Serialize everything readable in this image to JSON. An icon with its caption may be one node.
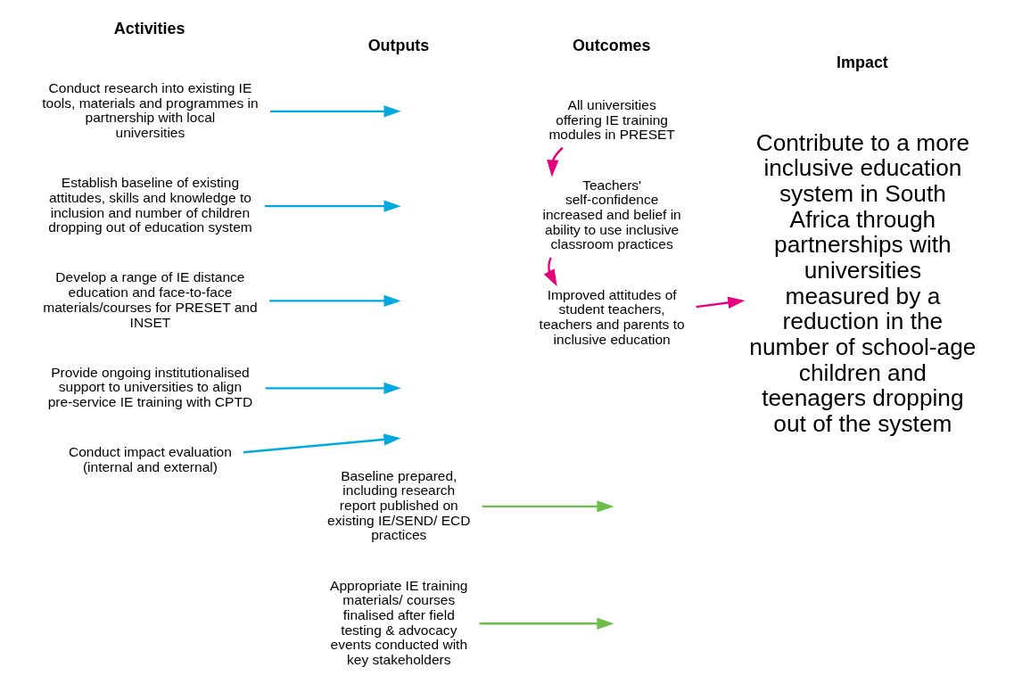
{
  "diagram": {
    "nodes": [
      {
        "text": [
          "Conduct research into existing IE tools, materials and programmes in partnership with local universities"
        ]
      },
      {
        "text": [
          "Establish baseline of existing attitudes, skills and knowledge to inclusion and number of children dropping out of education system"
        ]
      },
      {
        "text": [
          "Develop a range of IE distance education and face-to-face materials/courses for PRESET and INSET"
        ]
      },
      {
        "text": [
          "Provide ongoing institutionalised support to universities to align pre-service IE training with CPTD"
        ]
      },
      {
        "text": [
          "Conduct impact evaluation (internal and external)"
        ]
      },
      {
        "text": [
          "Baseline prepared, including research report published on existing IE/SEND/ ECD practices"
        ]
      },
      {
        "text": [
          "Appropriate IE training materials/ courses finalised after field testing & advocacy events conducted with key stakeholders"
        ]
      },
      {
        "text": [
          "All universities offering IE training modules in PRESET"
        ]
      },
      {
        "text": [
          "Teachers' self-confidence increased and belief in ability to use inclusive classroom practices"
        ]
      },
      {
        "text": [
          "Improved attitudes of student teachers, teachers and parents to inclusive education"
        ]
      },
      {
        "text": [
          "Contribute to a more inclusive education system in South Africa through partnerships with universities measured by a reduction in the number of school-age children and teenagers dropping out of the system"
        ]
      }
    ],
    "edges": [
      {
        "from": 0,
        "to": null,
        "arrow": "to",
        "color": "#00a9e0"
      },
      {
        "from": 1,
        "to": null,
        "arrow": "to",
        "color": "#00a9e0"
      },
      {
        "from": 2,
        "to": null,
        "arrow": "to",
        "color": "#00a9e0"
      },
      {
        "from": 3,
        "to": null,
        "arrow": "to",
        "color": "#00a9e0"
      },
      {
        "from": 4,
        "to": null,
        "arrow": "to",
        "color": "#00a9e0"
      },
      {
        "from": 5,
        "to": null,
        "arrow": "to",
        "color": "#6cc04a"
      },
      {
        "from": 6,
        "to": null,
        "arrow": "to",
        "color": "#6cc04a"
      },
      {
        "from": 7,
        "to": 8,
        "arrow": "to",
        "color": "#e6007e"
      },
      {
        "from": 8,
        "to": 9,
        "arrow": "to",
        "color": "#e6007e"
      },
      {
        "from": 9,
        "to": 10,
        "arrow": "to",
        "color": "#e6007e"
      }
    ],
    "labels": [
      "Activities",
      "Outputs",
      "Outcomes",
      "Impact"
    ]
  }
}
